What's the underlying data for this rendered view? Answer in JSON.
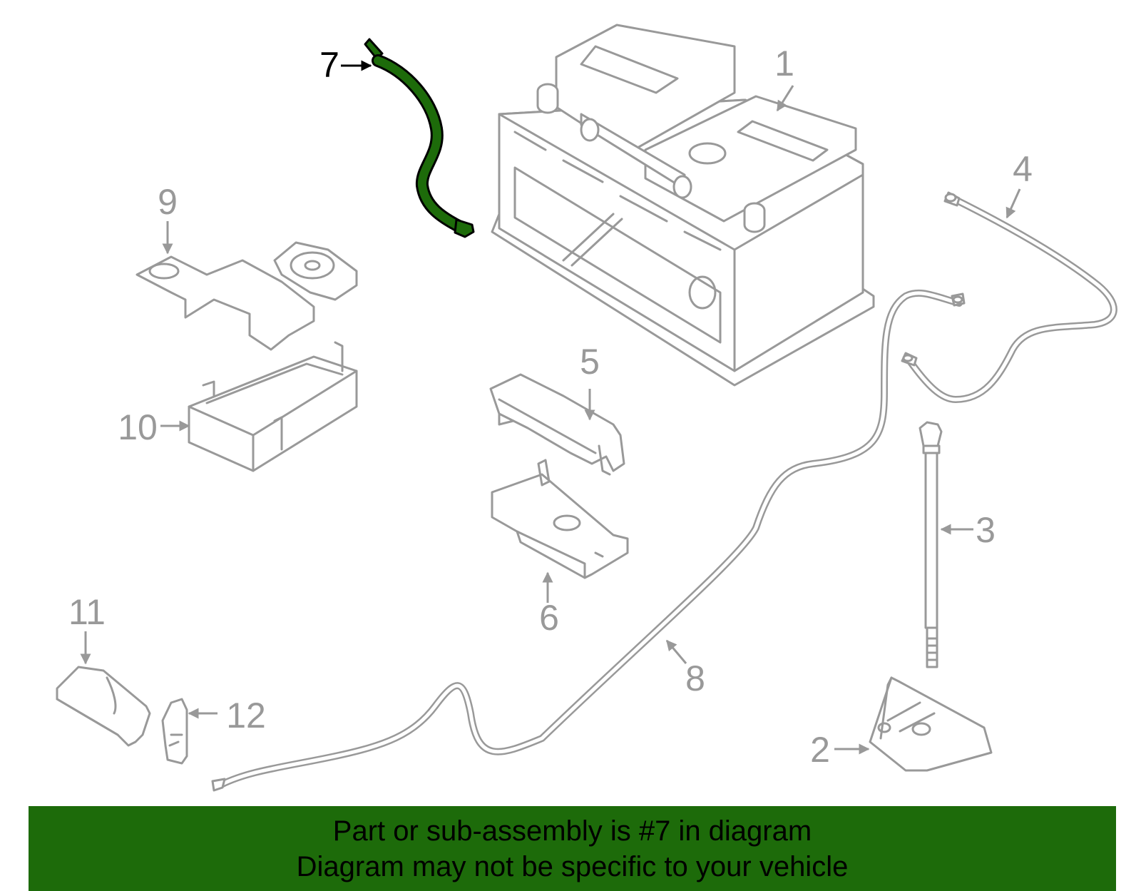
{
  "diagram": {
    "highlighted_part": "7",
    "highlight_color": "#1d6b0a",
    "part_color": "#999999",
    "callouts": [
      {
        "id": "1",
        "label": "1"
      },
      {
        "id": "2",
        "label": "2"
      },
      {
        "id": "3",
        "label": "3"
      },
      {
        "id": "4",
        "label": "4"
      },
      {
        "id": "5",
        "label": "5"
      },
      {
        "id": "6",
        "label": "6"
      },
      {
        "id": "7",
        "label": "7"
      },
      {
        "id": "8",
        "label": "8"
      },
      {
        "id": "9",
        "label": "9"
      },
      {
        "id": "10",
        "label": "10"
      },
      {
        "id": "11",
        "label": "11"
      },
      {
        "id": "12",
        "label": "12"
      }
    ]
  },
  "footer": {
    "line1": "Part or sub-assembly is #7 in diagram",
    "line2": "Diagram may not be specific to your vehicle",
    "background": "#1d6b0a"
  }
}
